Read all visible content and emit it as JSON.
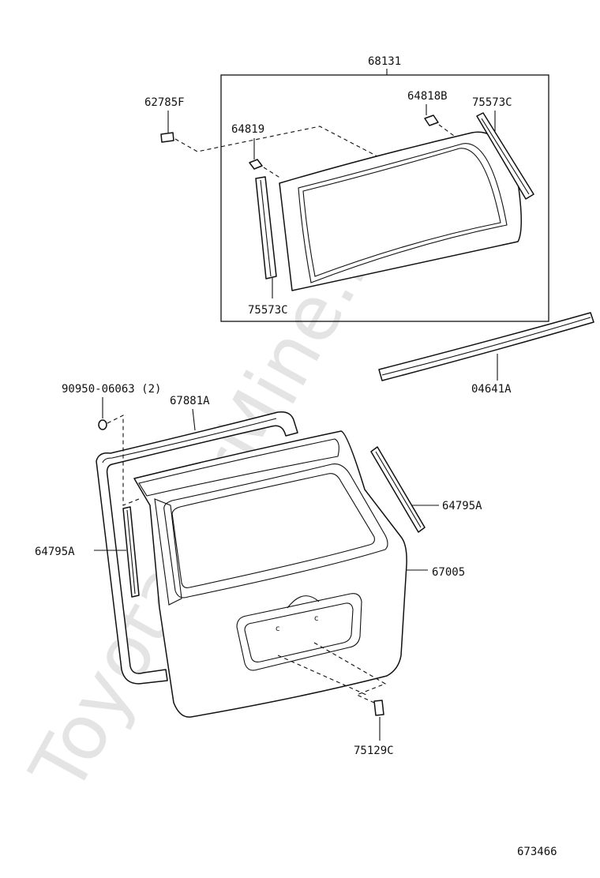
{
  "watermark": "ToyotaCarMine.ru",
  "diagram_id": "673466",
  "labels": {
    "p68131": "68131",
    "p62785F": "62785F",
    "p64819": "64819",
    "p64818B": "64818B",
    "p75573C_top": "75573C",
    "p75573C_bottom": "75573C",
    "p04641A": "04641A",
    "p90950": "90950-06063 (2)",
    "p67881A": "67881A",
    "p64795A_right": "64795A",
    "p64795A_left": "64795A",
    "p67005": "67005",
    "p75129C": "75129C"
  }
}
